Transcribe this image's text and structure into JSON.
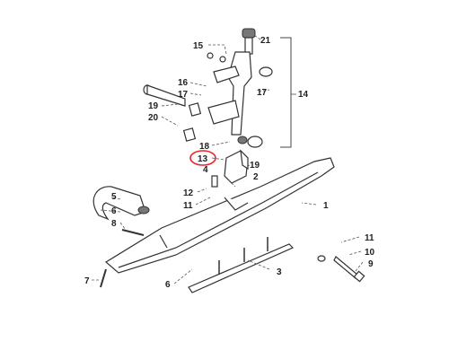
{
  "diagram": {
    "highlight_color": "#e8232a",
    "highlighted_callout": "13",
    "callouts": {
      "c21": "21",
      "c15": "15",
      "c16": "16",
      "c17a": "17",
      "c17b": "17",
      "c14": "14",
      "c19a": "19",
      "c20": "20",
      "c18": "18",
      "c13": "13",
      "c4": "4",
      "c19b": "19",
      "c2": "2",
      "c12": "12",
      "c11a": "11",
      "c5": "5",
      "c6a": "6",
      "c8": "8",
      "c1": "1",
      "c11b": "11",
      "c10": "10",
      "c9": "9",
      "c3": "3",
      "c7": "7",
      "c6b": "6"
    }
  }
}
